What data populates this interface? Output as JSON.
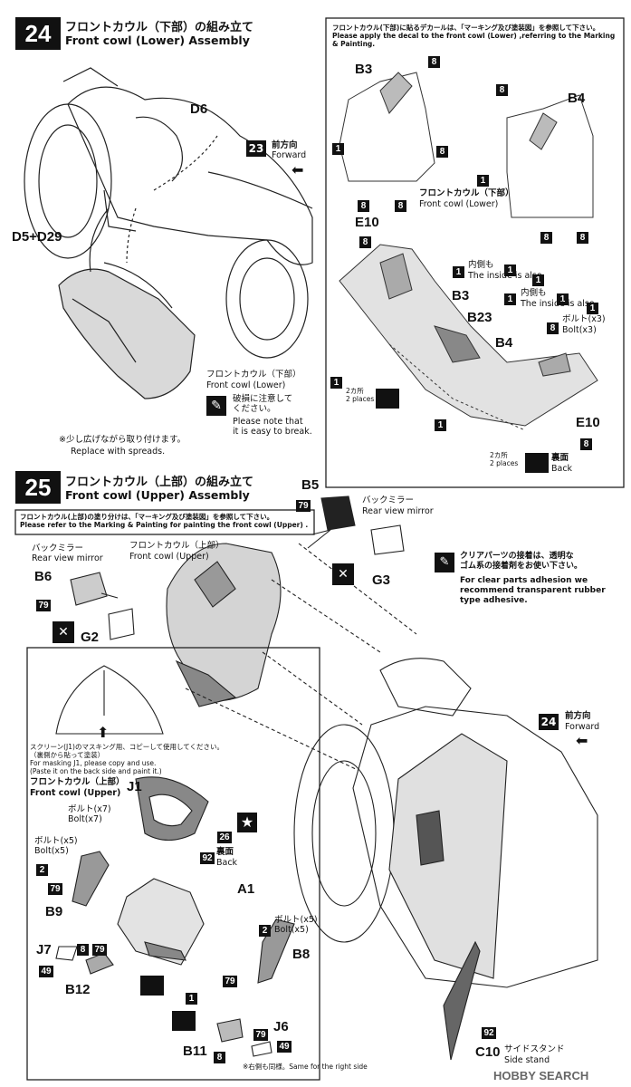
{
  "step24": {
    "number": "24",
    "title_jp": "フロントカウル（下部）の組み立て",
    "title_en": "Front cowl (Lower) Assembly",
    "decal_note_jp": "フロントカウル(下部)に貼るデカールは、「マーキング及び塗装図」を参照して下さい。",
    "decal_note_en": "Please apply the decal to the front cowl (Lower) ,referring to the Marking & Painting.",
    "labels": {
      "d6": "D6",
      "d5d29": "D5+D29",
      "b3": "B3",
      "b4": "B4",
      "e10_top": "E10",
      "e10_bot": "E10",
      "b3b": "B3",
      "b23": "B23",
      "b4b": "B4"
    },
    "ref_step": "23",
    "forward_jp": "前方向",
    "forward_en": "Forward",
    "cowl_lower_jp": "フロントカウル（下部）",
    "cowl_lower_en": "Front cowl (Lower)",
    "inside_jp": "内側も",
    "inside_en": "The inside is also",
    "bolt_jp": "ボルト(x3)",
    "bolt_en": "Bolt(x3)",
    "places_jp": "2カ所",
    "places_en": "2 places",
    "back_jp": "裏面",
    "back_en": "Back",
    "caution_jp": "破損に注意して\nください。",
    "caution_en": "Please note that\nit is easy to break.",
    "spread_jp": "※少し広げながら取り付けます。",
    "spread_en": "Replace with spreads.",
    "codes": {
      "c1": "1",
      "c8": "8"
    }
  },
  "step25": {
    "number": "25",
    "title_jp": "フロントカウル（上部）の組み立て",
    "title_en": "Front cowl (Upper) Assembly",
    "paint_note_jp": "フロントカウル(上部)の塗り分けは、「マーキング及び塗装図」を参照して下さい。",
    "paint_note_en": "Please refer to the Marking & Painting for painting the front cowl (Upper) .",
    "mirror_jp": "バックミラー",
    "mirror_en": "Rear view mirror",
    "cowl_upper_jp": "フロントカウル（上部）",
    "cowl_upper_en": "Front cowl (Upper)",
    "clear_jp": "クリアパーツの接着は、透明な\nゴム系の接着剤をお使い下さい。",
    "clear_en": "For clear parts adhesion we\nrecommend transparent rubber\ntype adhesive.",
    "mask_jp": "スクリーン(J1)のマスキング用、コピーして使用してください。\n（裏側から貼って塗装）",
    "mask_en": "For masking J1, please copy and use.\n(Paste it on the back side and paint it.)",
    "bolt7_jp": "ボルト(x7)",
    "bolt7_en": "Bolt(x7)",
    "bolt5_jp": "ボルト(x5)",
    "bolt5_en": "Bolt(x5)",
    "back_jp": "裏面",
    "back_en": "Back",
    "right_note": "※右側も同様。Same for the right side",
    "side_stand_jp": "サイドスタンド",
    "side_stand_en": "Side stand",
    "ref_step": "24",
    "forward_jp": "前方向",
    "forward_en": "Forward",
    "labels": {
      "b5": "B5",
      "b6": "B6",
      "g2": "G2",
      "g3": "G3",
      "j1": "J1",
      "a1": "A1",
      "b9": "B9",
      "j7": "J7",
      "b12": "B12",
      "b8": "B8",
      "j6": "J6",
      "b11": "B11",
      "c10": "C10"
    },
    "codes": {
      "c79": "79",
      "c92": "92",
      "c26": "26",
      "c2": "2",
      "c8": "8",
      "c49": "49",
      "c1": "1"
    }
  },
  "watermark": "HOBBY SEARCH"
}
